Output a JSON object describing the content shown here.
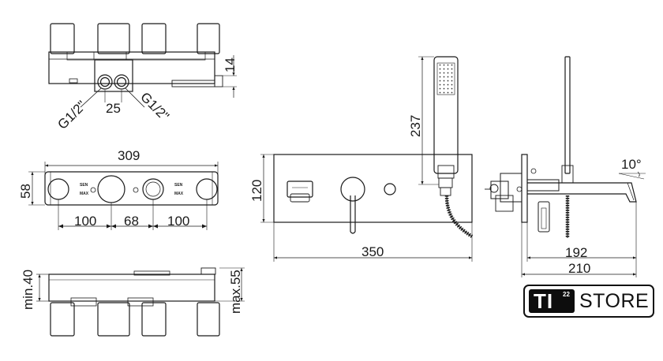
{
  "labels": {
    "top_height": "14",
    "pipe_spacing": "25",
    "thread_left": "G1/2\"",
    "thread_right": "G1/2\"",
    "mid_total_width": "309",
    "mid_height": "58",
    "mid_seg_1": "100",
    "mid_seg_2": "68",
    "mid_seg_3": "100",
    "bot_min": "min.40",
    "bot_max": "max.55",
    "plate_height": "120",
    "plate_width": "350",
    "hose_height": "237",
    "side_angle": "10°",
    "side_spout": "192",
    "side_total": "210",
    "valve_mark_1": "SEN",
    "valve_mark_2": "MAX"
  },
  "brand": {
    "ti": "TI",
    "sup": "22",
    "store": "STORE"
  },
  "colors": {
    "line": "#1a1a1a",
    "brand_dark": "#0d0d0d"
  }
}
